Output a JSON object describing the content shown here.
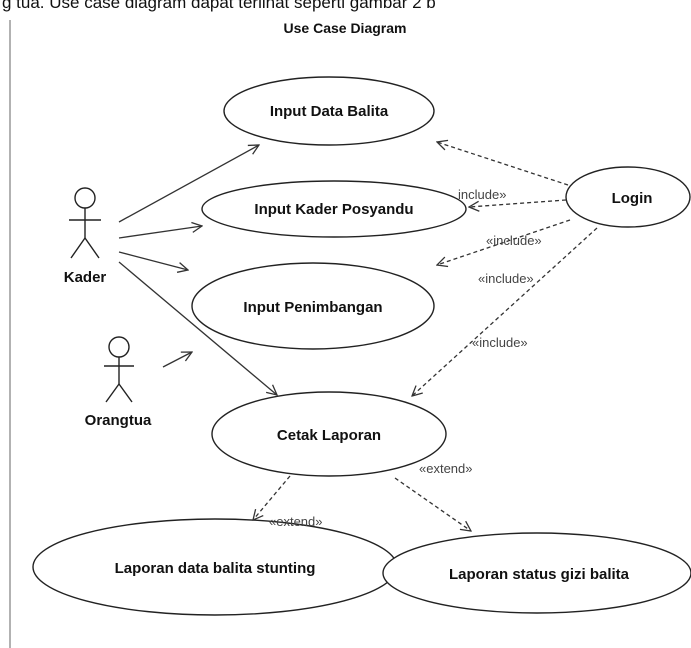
{
  "caption": "g tua. Use case diagram dapat terlihat seperti gambar 2 b",
  "title": "Use Case Diagram",
  "actors": {
    "kader": "Kader",
    "orangtua": "Orangtua"
  },
  "use_cases": {
    "input_data_balita": "Input Data Balita",
    "input_kader_posyandu": "Input Kader Posyandu",
    "input_penimbangan": "Input Penimbangan",
    "login": "Login",
    "cetak_laporan": "Cetak Laporan",
    "laporan_stunting": "Laporan data balita stunting",
    "laporan_gizi": "Laporan status gizi balita"
  },
  "relations": {
    "include_1": "include»",
    "include_2": "«include»",
    "include_3": "«include»",
    "include_4": "«include»",
    "extend_1": "«extend»",
    "extend_2": "«extend»"
  }
}
